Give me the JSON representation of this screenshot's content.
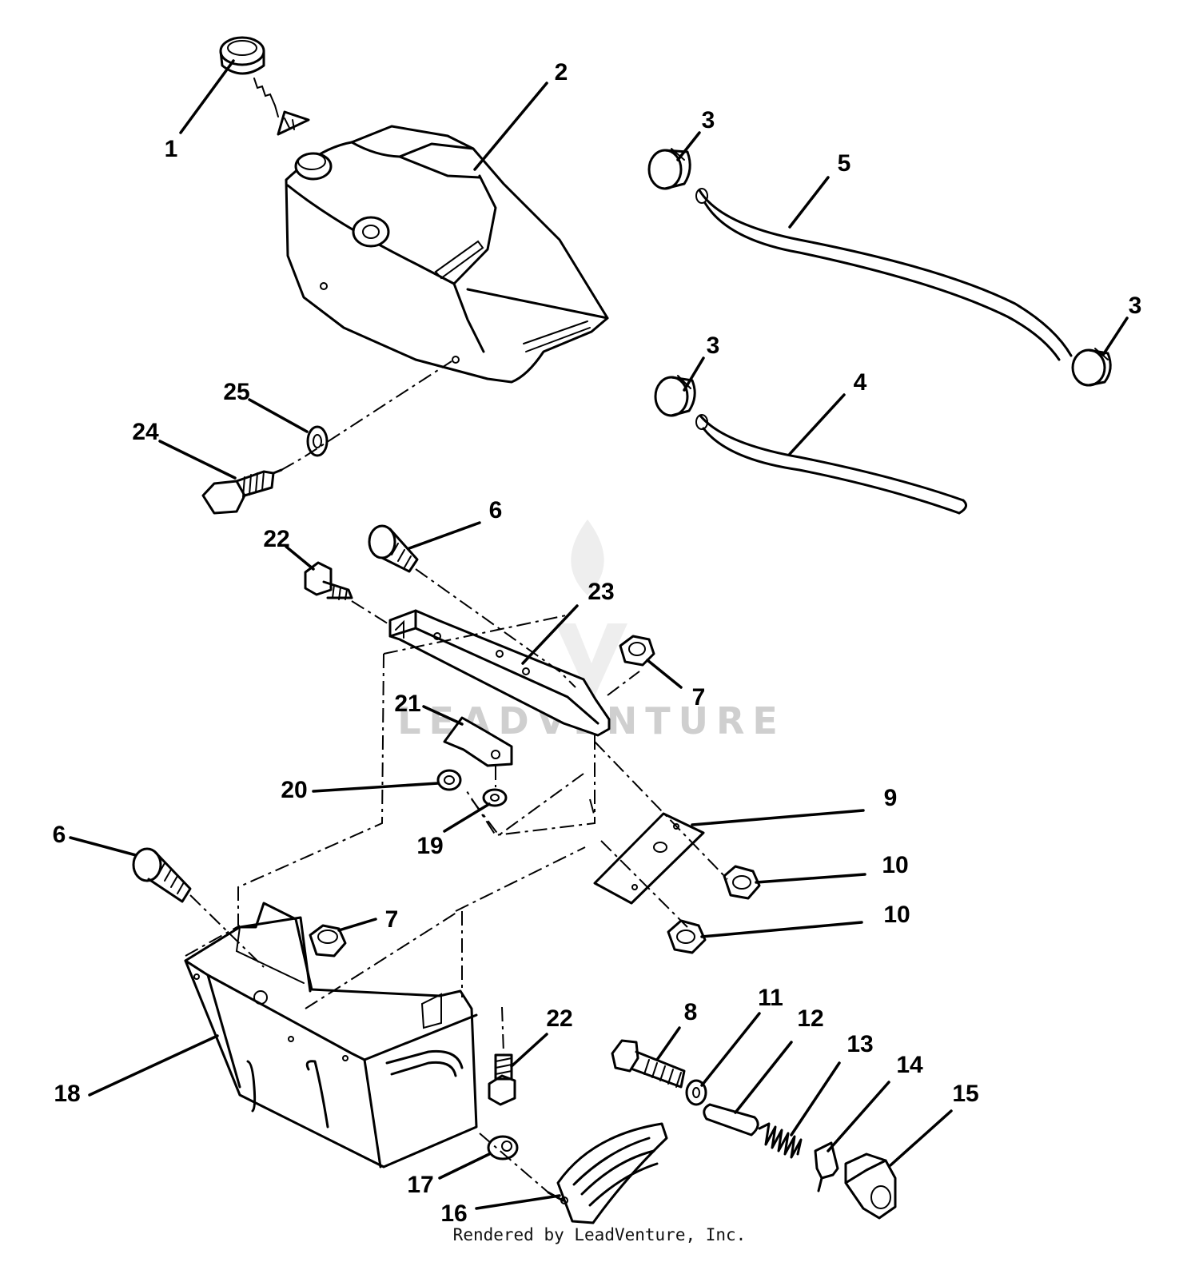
{
  "credit": "Rendered by LeadVenture, Inc.",
  "watermark": "LEADVENTURE",
  "callouts": [
    {
      "id": "c1",
      "text": "1"
    },
    {
      "id": "c2",
      "text": "2"
    },
    {
      "id": "c3a",
      "text": "3"
    },
    {
      "id": "c3b",
      "text": "3"
    },
    {
      "id": "c3c",
      "text": "3"
    },
    {
      "id": "c4",
      "text": "4"
    },
    {
      "id": "c5",
      "text": "5"
    },
    {
      "id": "c6a",
      "text": "6"
    },
    {
      "id": "c6b",
      "text": "6"
    },
    {
      "id": "c7a",
      "text": "7"
    },
    {
      "id": "c7b",
      "text": "7"
    },
    {
      "id": "c8",
      "text": "8"
    },
    {
      "id": "c9",
      "text": "9"
    },
    {
      "id": "c10a",
      "text": "10"
    },
    {
      "id": "c10b",
      "text": "10"
    },
    {
      "id": "c11",
      "text": "11"
    },
    {
      "id": "c12",
      "text": "12"
    },
    {
      "id": "c13",
      "text": "13"
    },
    {
      "id": "c14",
      "text": "14"
    },
    {
      "id": "c15",
      "text": "15"
    },
    {
      "id": "c16",
      "text": "16"
    },
    {
      "id": "c17",
      "text": "17"
    },
    {
      "id": "c18",
      "text": "18"
    },
    {
      "id": "c19",
      "text": "19"
    },
    {
      "id": "c20",
      "text": "20"
    },
    {
      "id": "c21",
      "text": "21"
    },
    {
      "id": "c22a",
      "text": "22"
    },
    {
      "id": "c22b",
      "text": "22"
    },
    {
      "id": "c23",
      "text": "23"
    },
    {
      "id": "c24",
      "text": "24"
    },
    {
      "id": "c25",
      "text": "25"
    }
  ]
}
